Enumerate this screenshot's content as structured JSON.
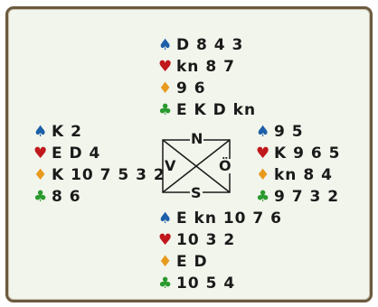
{
  "suits": {
    "spade": "♠",
    "heart": "♥",
    "diamond": "♦",
    "club": "♣"
  },
  "colors": {
    "spade": "#1d5fa8",
    "heart": "#c0181d",
    "diamond": "#e89a1d",
    "club": "#2a9a2e",
    "frame": "#6b5a3e",
    "background": "#f2f5ec"
  },
  "compass": {
    "north": "N",
    "south": "S",
    "west": "V",
    "east": "Ö"
  },
  "hands": {
    "north": {
      "spades": "D 8 4 3",
      "hearts": "kn 8 7",
      "diamonds": "9 6",
      "clubs": "E K D kn"
    },
    "west": {
      "spades": "K 2",
      "hearts": "E D 4",
      "diamonds": "K 10 7 5 3 2",
      "clubs": "8 6"
    },
    "east": {
      "spades": "9 5",
      "hearts": "K 9 6 5",
      "diamonds": "kn 8 4",
      "clubs": "9 7 3 2"
    },
    "south": {
      "spades": "E kn 10 7 6",
      "hearts": "10 3 2",
      "diamonds": "E D",
      "clubs": "10 5 4"
    }
  }
}
